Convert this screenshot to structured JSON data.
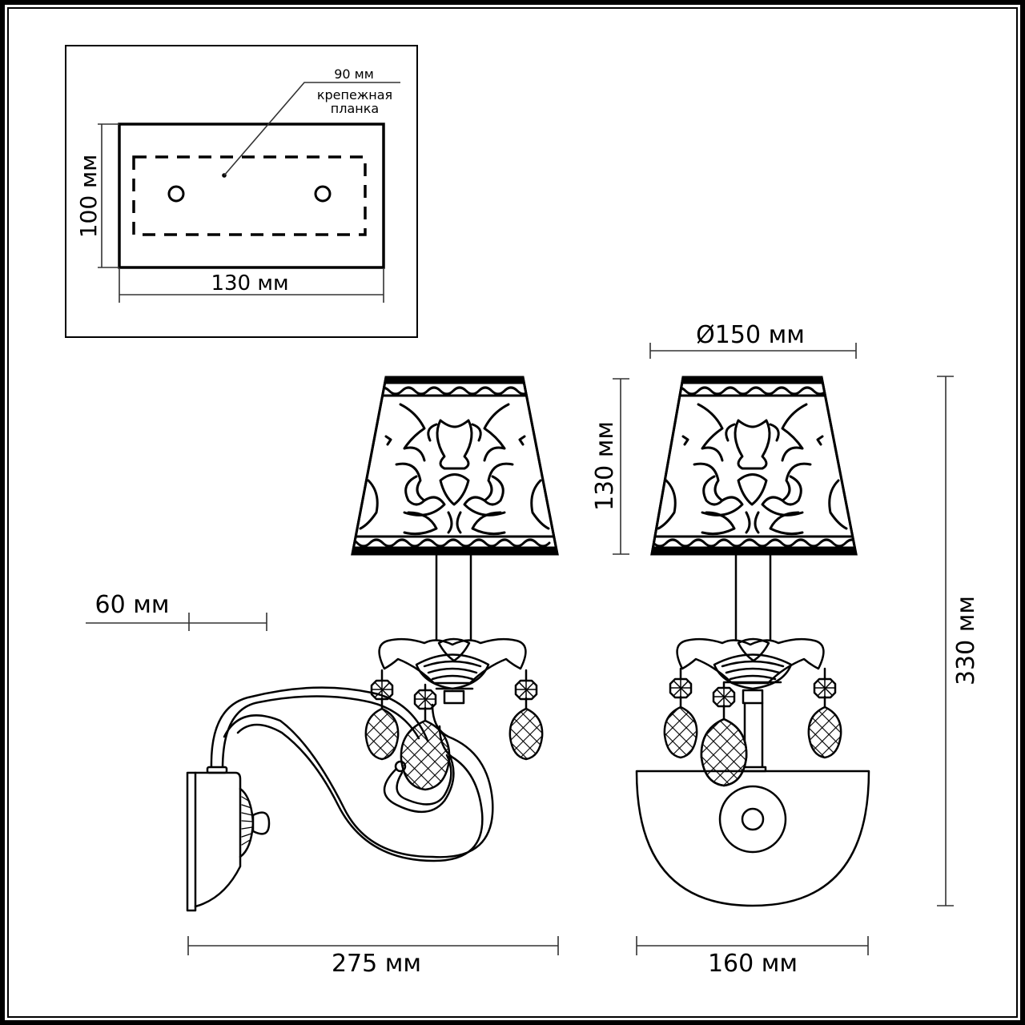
{
  "mounting_plate": {
    "height_label": "100 мм",
    "width_label": "130 мм",
    "bracket_width_label": "90 мм",
    "bracket_caption_line1": "крепежная",
    "bracket_caption_line2": "планка"
  },
  "side_view": {
    "projection_label": "60 мм",
    "width_label": "275 мм"
  },
  "front_view": {
    "shade_diameter_label": "Ø150 мм",
    "shade_height_label": "130 мм",
    "total_height_label": "330 мм",
    "base_width_label": "160 мм"
  },
  "colors": {
    "ink": "#000000",
    "dimension_line": "#333333",
    "background": "#ffffff"
  }
}
